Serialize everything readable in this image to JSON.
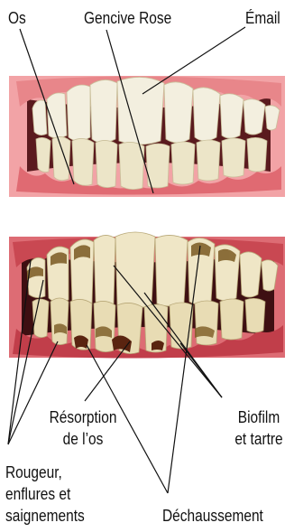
{
  "labels": {
    "os": "Os",
    "gencive_rose": "Gencive Rose",
    "email": "Émail",
    "resorption_line1": "Résorption",
    "resorption_line2": "de l’os",
    "biofilm_line1": "Biofilm",
    "biofilm_line2": "et tartre",
    "rougeur_line1": "Rougeur,",
    "rougeur_line2": "enflures et",
    "rougeur_line3": "saignements",
    "dechaussement": "Déchaussement"
  },
  "colors": {
    "healthy_gum": "#e8868a",
    "healthy_gum_dark": "#c9505a",
    "healthy_bg": "#f2a3a6",
    "diseased_gum": "#c94852",
    "diseased_bg": "#dd6c74",
    "tooth": "#f3efdf",
    "tooth_shade": "#d8cfae",
    "tartar": "#7a5a22",
    "line": "#111111"
  }
}
